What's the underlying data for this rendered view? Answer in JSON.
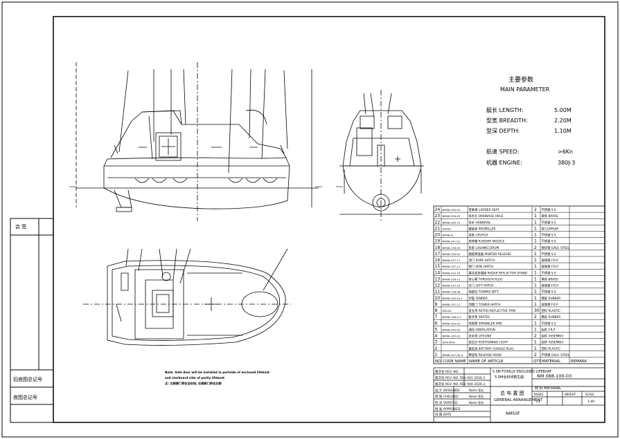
{
  "main_parameter": {
    "title_cn": "主要参数",
    "title_en": "MAIN PARAMETER",
    "rows": [
      {
        "label": "艇长 LENGTH:",
        "value": "5.00M"
      },
      {
        "label": "型宽 BREADTH:",
        "value": "2.20M"
      },
      {
        "label": "型深 DEPTH:",
        "value": "1.10M"
      },
      {
        "label": "航速 SPEED:",
        "value": ">6Kn"
      },
      {
        "label": "机器 ENGINE:",
        "value": "380J-3"
      }
    ]
  },
  "parts": [
    {
      "no": "24",
      "code": "NM08-250-04",
      "article": "登乘梯 LADDER SEAT",
      "qty": "2",
      "material": "不锈钢 S.S",
      "remark": ""
    },
    {
      "no": "23",
      "code": "NM08-256-05",
      "article": "排水孔 DRAINAGE HOLE",
      "qty": "1",
      "material": "黄铜  BRASS",
      "remark": ""
    },
    {
      "no": "22",
      "code": "NM08-265-15",
      "article": "扶手 HANDRAIL",
      "qty": "1",
      "material": "不锈钢 S.S",
      "remark": ""
    },
    {
      "no": "21",
      "code": "S4450",
      "article": "螺旋桨 PROPELLER",
      "qty": "1",
      "material": "铜 CUPRUM",
      "remark": ""
    },
    {
      "no": "20",
      "code": "NM08-JC",
      "article": "承索 CRUTCH",
      "qty": "1",
      "material": "不锈钢 S.S",
      "remark": ""
    },
    {
      "no": "19",
      "code": "NM08-241-01",
      "article": "舵喷嘴 RUDDER NOZZLE",
      "qty": "1",
      "material": "不锈钢 S.S",
      "remark": ""
    },
    {
      "no": "18",
      "code": "NM08-136-00",
      "article": "系索 LASHING DRUM",
      "qty": "2",
      "material": "镀锌钢 GALV. STEEL",
      "remark": ""
    },
    {
      "no": "17",
      "code": "NM08-230-02",
      "article": "艏缆释放器 PAINTER RELEASE",
      "qty": "1",
      "material": "不锈钢 S.S",
      "remark": ""
    },
    {
      "no": "16",
      "code": "NM08-237-17",
      "article": "顶门 ROPE HATCH",
      "qty": "1",
      "material": "玻璃钢 F.R.P",
      "remark": ""
    },
    {
      "no": "15",
      "code": "NM08-237-11",
      "article": "侧门 SIDE HATCH",
      "qty": "1",
      "material": "玻璃钢 F.R.P",
      "remark": ""
    },
    {
      "no": "14",
      "code": "NM08-232-16",
      "article": "雷达反射器座 RADAR REFLECTOR STAND",
      "qty": "1",
      "material": "不锈钢 S.S",
      "remark": ""
    },
    {
      "no": "13",
      "code": "NM08-256-12",
      "article": "穿心塞 THROUGH PLUG",
      "qty": "1",
      "material": "黄铜 BRASS",
      "remark": ""
    },
    {
      "no": "12",
      "code": "NM08-237-10",
      "article": "左门 LEFT HATCH",
      "qty": "1",
      "material": "玻璃钢 F.R.P",
      "remark": ""
    },
    {
      "no": "11",
      "code": "NM08-138-08",
      "article": "拖缆柱 TOWING BITT",
      "qty": "1",
      "material": "不锈钢 S.S",
      "remark": ""
    },
    {
      "no": "10",
      "code": "NM08-159-04-1",
      "article": "护舷 FENDER",
      "qty": "1",
      "material": "橡胶 RUBBER",
      "remark": ""
    },
    {
      "no": "9",
      "code": "NM08-237-11",
      "article": "顶舱门 TOWER HATCH",
      "qty": "1",
      "material": "玻璃钢 F.R.P",
      "remark": ""
    },
    {
      "no": "8",
      "code": "HD100",
      "article": "反光带 RETRO-REFLECTIVE TAPE",
      "qty": "30",
      "material": "塑料 PLASTIC",
      "remark": ""
    },
    {
      "no": "7",
      "code": "NM08-158-4-2",
      "article": "舭龙骨 SKATES",
      "qty": "2",
      "material": "橡胶 RUBBER",
      "remark": ""
    },
    {
      "no": "6",
      "code": "NM08-250-03",
      "article": "喷淋管 SPRINKLER PIPE",
      "qty": "1",
      "material": "不锈钢 S.S",
      "remark": ""
    },
    {
      "no": "5",
      "code": "NM08-245-00",
      "article": "通风 VENTILATION",
      "qty": "1",
      "material": "组件 F.R.P",
      "remark": ""
    },
    {
      "no": "4",
      "code": "NM08-145-02",
      "article": "扶手索 LIFELINE",
      "qty": "2",
      "material": "组件 ASSEMBLY",
      "remark": ""
    },
    {
      "no": "3",
      "code": "SSH/3002",
      "article": "定位灯 POSITIONING LIGHT",
      "qty": "1",
      "material": "组件 ASSEMBLY",
      "remark": ""
    },
    {
      "no": "2",
      "code": "",
      "article": "蓄电池 BATTERY CHARGE PLUG",
      "qty": "1",
      "material": "塑料 PLASTIC",
      "remark": ""
    },
    {
      "no": "1",
      "code": "NM08-247-00-4",
      "article": "释放钩 RELEASE HOOK",
      "qty": "2",
      "material": "不锈钢 GALV. STEEL",
      "remark": ""
    }
  ],
  "parts_header": {
    "no": "NO",
    "code": "CODE NAME",
    "article": "NAME OF ARTICLE",
    "qty": "QTY",
    "material": "MATERIAL",
    "remark": "REMARK"
  },
  "title_block": {
    "rev_rows": [
      "版次号 REV. NO.",
      "版次号 REV. NO.  REV 001 2020.3",
      "版次号 REV. NO.  REV 000 2020.3"
    ],
    "roles": [
      "设 计 DESIGNED",
      "审 核 CHECKED",
      "校 对 VERIFIED",
      "批 准 APPROVED",
      "日 期 DATE"
    ],
    "names": [
      "Name 签名",
      "Name 签名",
      "Name 签名"
    ],
    "product_en": "5.0M TOTALLY ENCLOSED LIFEBOAT",
    "product_cn": "5.0M全封闭救生艇",
    "drawing_cn": "总 布 置 图",
    "drawing_en": "GENERAL ARRANGEMENT",
    "model": "NM50F",
    "drawing_no": "NM 088-100-03",
    "material_label": "材 料 MATERIAL",
    "pages_label": "PAGES",
    "pages_value": "1/2",
    "weight_label": "WEIGHT",
    "scale_label": "SCALE",
    "scale_value": "1:40"
  },
  "left_stamps": [
    "会 签",
    "旧底图总记号",
    "底图总记号"
  ],
  "note": {
    "line1": "Note: Side door will be installed in portside of enclosed lifeboat",
    "line2": "and starboard side of partly lifeboat",
    "line3": "注: 左侧侧门将在全封闭, 右侧侧门将在左侧"
  }
}
